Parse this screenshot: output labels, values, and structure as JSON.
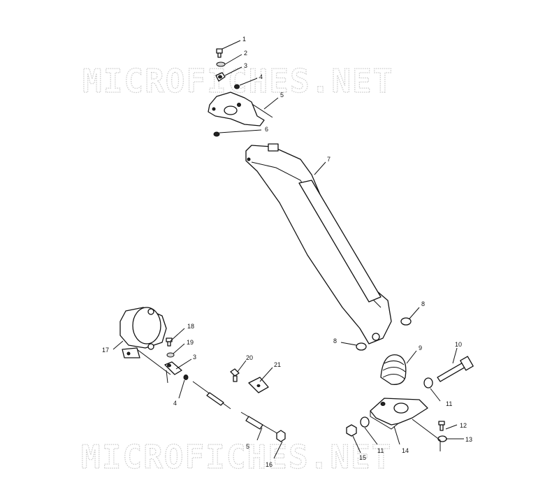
{
  "watermarks": [
    "MICROFICHES.NET",
    "MICROFICHES.NET"
  ],
  "callouts": [
    "1",
    "2",
    "3",
    "4",
    "5",
    "6",
    "7",
    "8",
    "8",
    "9",
    "10",
    "11",
    "11",
    "12",
    "13",
    "14",
    "15",
    "16",
    "17",
    "18",
    "19",
    "3",
    "4",
    "20",
    "21",
    "5"
  ]
}
